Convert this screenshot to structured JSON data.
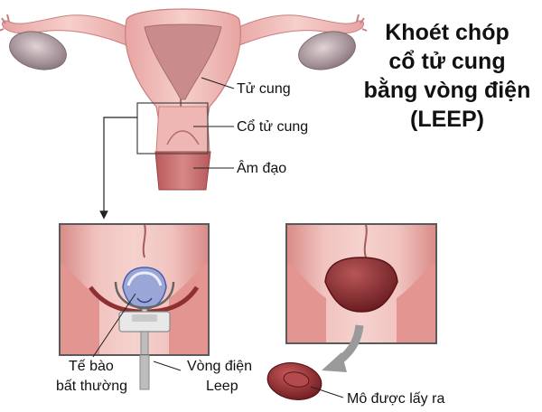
{
  "title": {
    "lines": [
      "Khoét chóp",
      "cổ tử cung",
      "bằng vòng điện",
      "(LEEP)"
    ]
  },
  "labels": {
    "uterus": "Tử cung",
    "cervix": "Cổ tử cung",
    "vagina": "Âm đạo",
    "abnormal_cells_line1": "Tế bào",
    "abnormal_cells_line2": "bất thường",
    "leep_loop_line1": "Vòng điện",
    "leep_loop_line2": "Leep",
    "removed_tissue": "Mô được lấy ra"
  },
  "colors": {
    "tissue": "#e9a9a7",
    "tissue_dark": "#b54a4b",
    "canal": "#c98b8b",
    "ovary": "#b7a3a8",
    "abnormal": "#9aa6d8",
    "abnormal_dark": "#4a5fa8",
    "removed": "#8e2f31",
    "frame": "#5a5a5a",
    "arrow_gray": "#9a9a9a"
  }
}
